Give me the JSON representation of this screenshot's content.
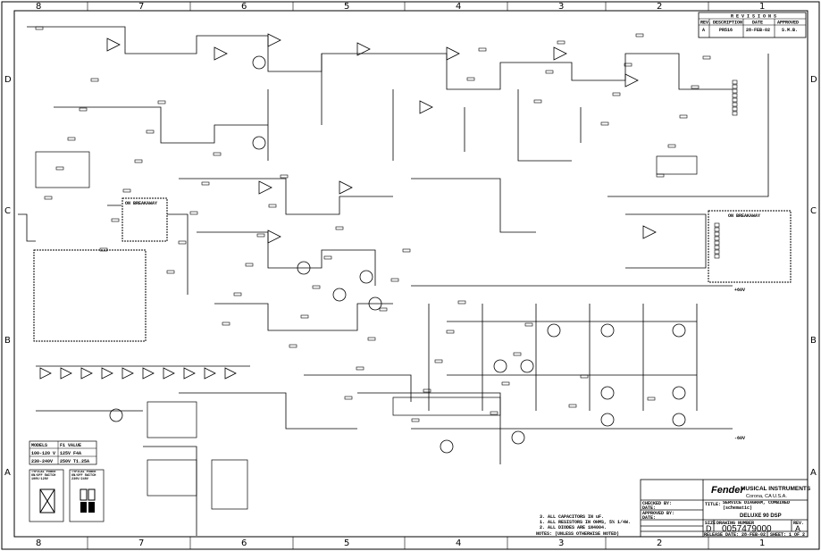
{
  "zones": {
    "columns": [
      "8",
      "7",
      "6",
      "5",
      "4",
      "3",
      "2",
      "1"
    ],
    "rows": [
      "D",
      "C",
      "B",
      "A"
    ]
  },
  "revisions": {
    "title": "R E V I S I O N S",
    "headers": [
      "REV.",
      "DESCRIPTION",
      "DATE",
      "APPROVED"
    ],
    "rows": [
      [
        "A",
        "PR516",
        "28-FEB-02",
        "S.M.B."
      ]
    ]
  },
  "labels": {
    "breakaway_1": "ON BREAKAWAY",
    "breakaway_2": "ON BREAKAWAY",
    "voltage": "-60V",
    "voltage2": "+60V"
  },
  "fuse_table": {
    "headers": [
      "MODELS",
      "F1 VALUE"
    ],
    "rows": [
      [
        "100-120 V",
        "125V F4A"
      ],
      [
        "230-240V",
        "250V T1.25A"
      ]
    ]
  },
  "switch_notes": [
    "TYPICAL POWER ON/OFF SWITCH 100V/120V",
    "TYPICAL POWER ON/OFF SWITCH 230V/240V"
  ],
  "notes": {
    "heading": "NOTES: (UNLESS OTHERWISE NOTED)",
    "items": [
      "1. ALL RESISTORS IN OHMS, 5% 1/4W.",
      "2. ALL DIODES ARE 1N4004.",
      "3. ALL CAPACITORS IN uF."
    ]
  },
  "title_block": {
    "company": "MUSICAL INSTRUMENTS",
    "location": "Corona, CA  U.S.A.",
    "logo_text": "Fender",
    "checked_by": "CHECKED BY:",
    "date_label": "DATE:",
    "approved_by": "APPROVED BY:",
    "date_label2": "DATE:",
    "title_label": "TITLE:",
    "title": "SERVICE DIAGRAM, COMBINED (schematic)",
    "product": "DELUXE 90 DSP",
    "size_label": "SIZE",
    "size": "D",
    "drawing_number_label": "DRAWING NUMBER",
    "drawing_number": "0057479000",
    "rev_label": "REV.",
    "rev": "A",
    "release_date": "RELEASE DATE: 28-FEB-02",
    "sheet": "SHEET: 1 OF 2"
  }
}
